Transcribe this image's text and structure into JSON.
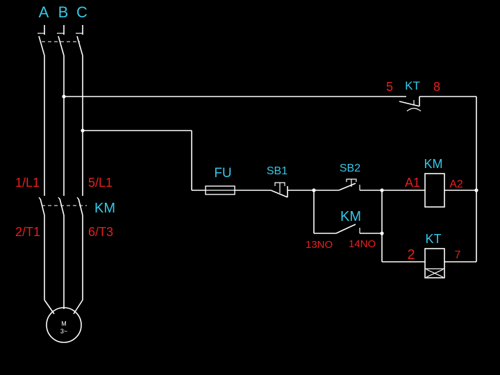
{
  "phases": {
    "a": "A",
    "b": "B",
    "c": "C"
  },
  "main_contactor": {
    "label": "KM",
    "in_left": "1/L1",
    "out_left": "2/T1",
    "in_right": "5/L1",
    "out_right": "6/T3"
  },
  "motor": {
    "line1": "M",
    "line2": "3~"
  },
  "fuse": {
    "label": "FU"
  },
  "stop_button": {
    "label": "SB1"
  },
  "start_button": {
    "label": "SB2"
  },
  "aux_contact": {
    "label": "KM",
    "left_terminal": "13NO",
    "right_terminal": "14NO"
  },
  "contactor_coil": {
    "label": "KM",
    "left_terminal": "A1",
    "right_terminal": "A2"
  },
  "timer_coil": {
    "label": "KT",
    "left_terminal": "2",
    "right_terminal": "7"
  },
  "timer_contact": {
    "label": "KT",
    "left_terminal": "5",
    "right_terminal": "8"
  }
}
